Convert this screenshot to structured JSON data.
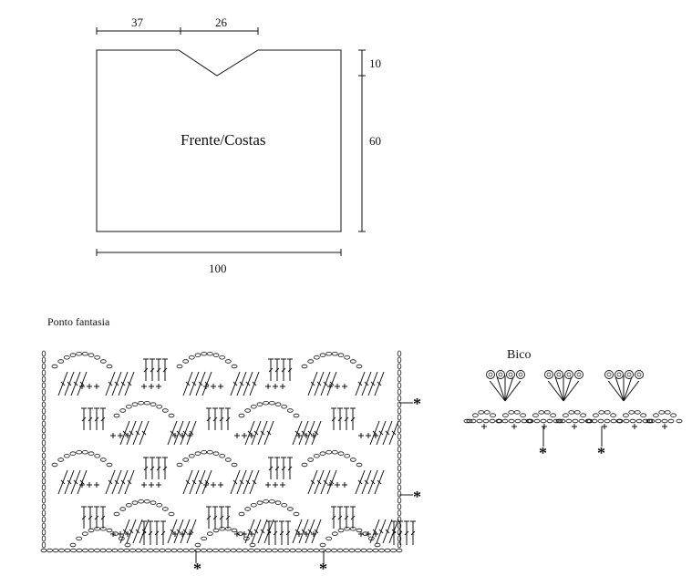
{
  "schematic": {
    "label": "Frente/Costas",
    "dim_top_left": "37",
    "dim_top_right": "26",
    "dim_right_upper": "10",
    "dim_right_lower": "60",
    "dim_bottom": "100"
  },
  "stitch_chart": {
    "title": "Ponto fantasia",
    "repeat_marker": "*"
  },
  "edging_chart": {
    "title": "Bico",
    "repeat_marker": "*"
  }
}
